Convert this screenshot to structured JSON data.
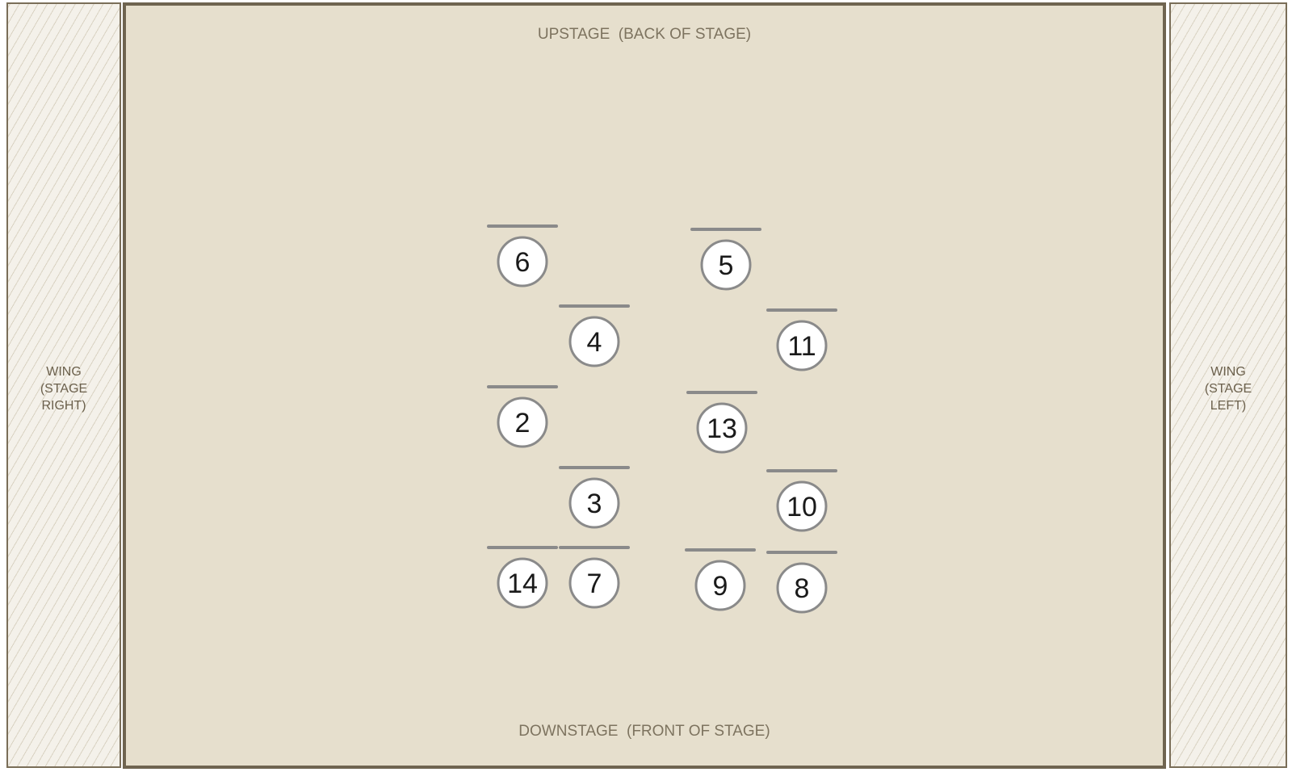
{
  "diagram": {
    "upstage_label": "UPSTAGE  (BACK OF STAGE)",
    "downstage_label": "DOWNSTAGE  (FRONT OF STAGE)",
    "wing_right_label": "WING\n(STAGE\nRIGHT)",
    "wing_left_label": "WING\n(STAGE\nLEFT)",
    "colors": {
      "stage_fill": "#e6dfcd",
      "stage_border": "#6f6450",
      "wing_fill": "#f4f1ea",
      "marker_fill": "#ffffff",
      "marker_stroke": "#8a8a8a",
      "spike_line": "#8a8a8a"
    },
    "dancers": [
      "6",
      "5",
      "4",
      "11",
      "2",
      "13",
      "3",
      "10",
      "14",
      "7",
      "9",
      "8"
    ]
  }
}
